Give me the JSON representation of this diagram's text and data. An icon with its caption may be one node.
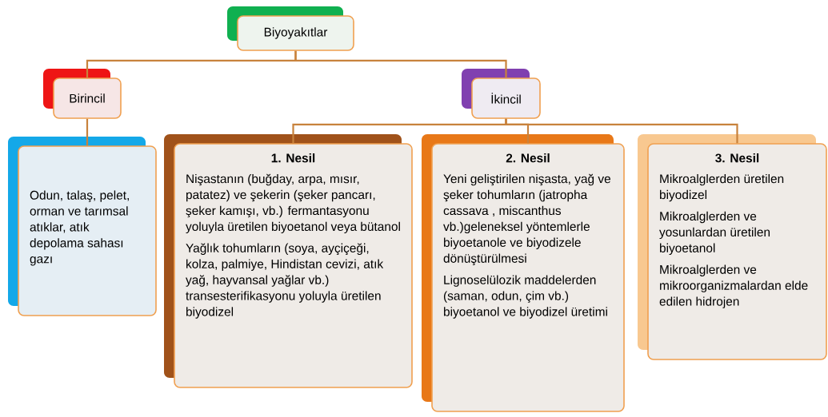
{
  "diagram": {
    "nodes": [
      {
        "text": [
          "Biyoyakıtlar"
        ]
      },
      {
        "text": [
          "Birincil"
        ]
      },
      {
        "text": [
          "İkincil"
        ]
      },
      {
        "text": [
          "Odun, talaş, pelet, orman ve tarımsal atıklar, atık depolama sahası gazı"
        ]
      },
      {
        "text": [
          "1. Nesil",
          "Nişastanın (buğday, arpa, mısır, patatez) ve şekerin (şeker pancarı, şeker kamışı, vb.) fermantasyonu yoluyla üretilen biyoetanol veya bütanol",
          "Yağlık tohumların (soya, ayçiçeği, kolza, palmiye, Hindistan cevizi, atık yağ, hayvansal yağlar vb.) transesterifikasyonu yoluyla üretilen biyodizel"
        ]
      },
      {
        "text": [
          "2. Nesil",
          "Yeni geliştirilen nişasta, yağ ve şeker tohumların (jatropha cassava , miscanthus vb.)geleneksel yöntemlerle biyoetanole ve biyodizele dönüştürülmesi",
          "Lignoselülozik maddelerden (saman, odun, çim vb.) biyoetanol ve biyodizel üretimi"
        ]
      },
      {
        "text": [
          "3. Nesil",
          "Mikroalglerden üretilen biyodizel",
          "Mikroalglerden ve yosunlardan üretilen biyoetanol",
          "Mikroalglerden ve mikroorganizmalardan elde edilen hidrojen"
        ]
      }
    ],
    "edges": [
      {
        "from": 0,
        "to": 1,
        "arrow": "none"
      },
      {
        "from": 0,
        "to": 2,
        "arrow": "none"
      },
      {
        "from": 1,
        "to": 3,
        "arrow": "none"
      },
      {
        "from": 2,
        "to": 4,
        "arrow": "none"
      },
      {
        "from": 2,
        "to": 5,
        "arrow": "none"
      },
      {
        "from": 2,
        "to": 6,
        "arrow": "none"
      }
    ]
  }
}
